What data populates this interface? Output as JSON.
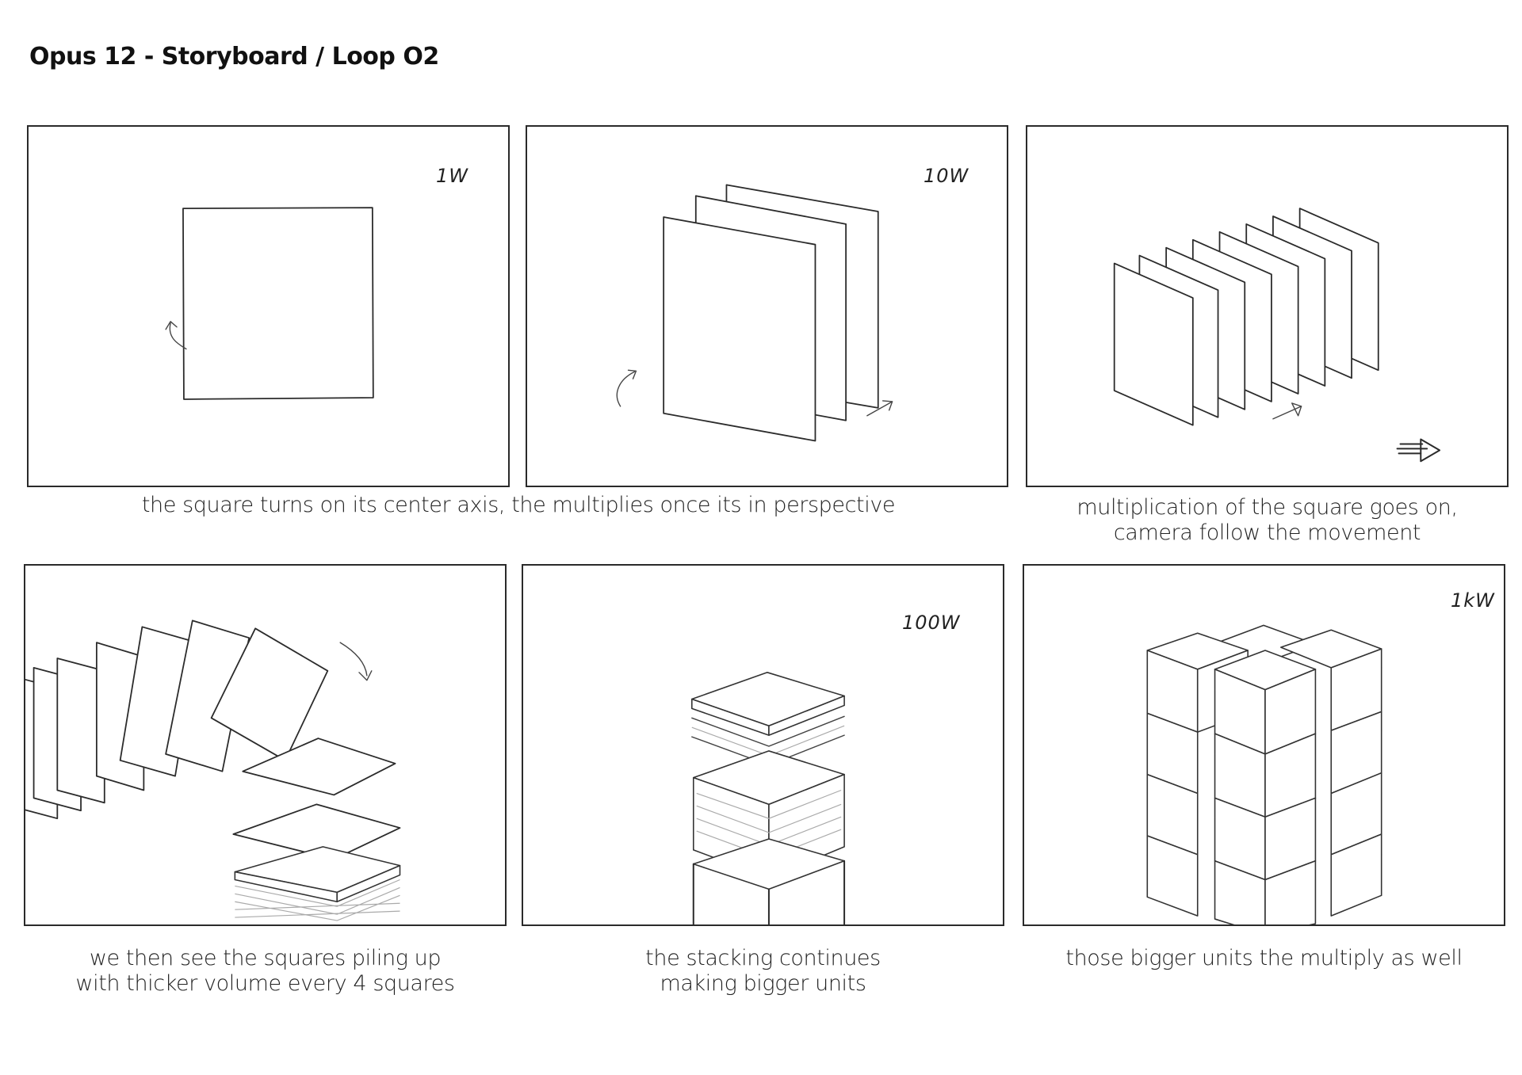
{
  "title": "Opus 12 - Storyboard / Loop O2",
  "panels": [
    {
      "power": "1W"
    },
    {
      "power": "10W"
    },
    {
      "power": ""
    },
    {
      "power": ""
    },
    {
      "power": "100W"
    },
    {
      "power": "1kW"
    }
  ],
  "captions": {
    "row1_left": "the square turns on its center axis, the multiplies once its in perspective",
    "row1_right_line1": "multiplication of the square goes on,",
    "row1_right_line2": "camera follow the movement",
    "row2_left_line1": "we then see the squares piling up",
    "row2_left_line2": "with thicker volume every 4 squares",
    "row2_mid_line1": "the stacking continues",
    "row2_mid_line2": "making bigger units",
    "row2_right": "those bigger units the multiply as well"
  }
}
